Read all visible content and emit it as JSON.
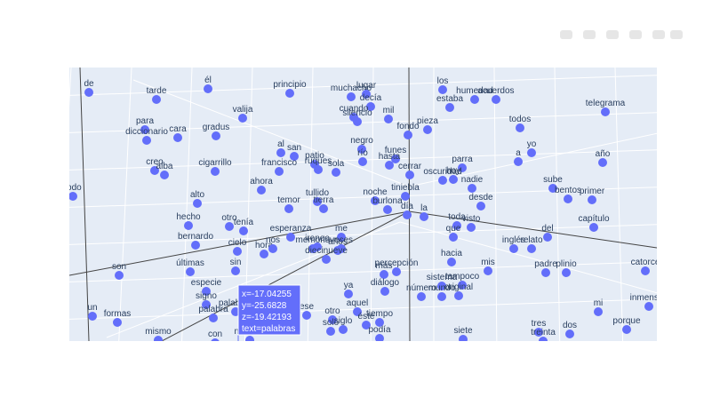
{
  "chart_data": {
    "type": "scatter",
    "mode": "3d-scatter",
    "marker_color": "#636efa",
    "scene_background": "#e5ecf6",
    "grid": true,
    "hover": {
      "x_text": "x=-17.04255",
      "y_text": "y=-25.6828",
      "z_text": "z=-19.42193",
      "label_text": "text=palabras"
    },
    "points": [
      {
        "word": "de"
      },
      {
        "word": "tarde"
      },
      {
        "word": "él"
      },
      {
        "word": "principio"
      },
      {
        "word": "muchacho"
      },
      {
        "word": "lugar"
      },
      {
        "word": "decía"
      },
      {
        "word": "los"
      },
      {
        "word": "humedad"
      },
      {
        "word": "acuerdos"
      },
      {
        "word": "telegrama"
      },
      {
        "word": "para"
      },
      {
        "word": "valija"
      },
      {
        "word": "cuando"
      },
      {
        "word": "silencio"
      },
      {
        "word": "mil"
      },
      {
        "word": "estaba"
      },
      {
        "word": "diccionario"
      },
      {
        "word": "cara"
      },
      {
        "word": "gradus"
      },
      {
        "word": "fondo"
      },
      {
        "word": "pieza"
      },
      {
        "word": "todos"
      },
      {
        "word": "negro"
      },
      {
        "word": "al"
      },
      {
        "word": "san"
      },
      {
        "word": "yo"
      },
      {
        "word": "funes"
      },
      {
        "word": "río"
      },
      {
        "word": "patio"
      },
      {
        "word": "hasta"
      },
      {
        "word": "parra"
      },
      {
        "word": "año"
      },
      {
        "word": "a"
      },
      {
        "word": "creo"
      },
      {
        "word": "cigarrillo"
      },
      {
        "word": "francisco"
      },
      {
        "word": "ruques"
      },
      {
        "word": "sola"
      },
      {
        "word": "tenía"
      },
      {
        "word": "oscuridad"
      },
      {
        "word": "sube"
      },
      {
        "word": "alba"
      },
      {
        "word": "hoy"
      },
      {
        "word": "nadie"
      },
      {
        "word": "cerrar"
      },
      {
        "word": "todo"
      },
      {
        "word": "ahora"
      },
      {
        "word": "tiniebla"
      },
      {
        "word": "bentos"
      },
      {
        "word": "primer"
      },
      {
        "word": "alto"
      },
      {
        "word": "tullido"
      },
      {
        "word": "noche"
      },
      {
        "word": "desde"
      },
      {
        "word": "temor"
      },
      {
        "word": "burlona"
      },
      {
        "word": "tierra"
      },
      {
        "word": "día"
      },
      {
        "word": "la"
      },
      {
        "word": "hecho"
      },
      {
        "word": "otro"
      },
      {
        "word": "toda"
      },
      {
        "word": "visto"
      },
      {
        "word": "capítulo"
      },
      {
        "word": "esperanza"
      },
      {
        "word": "me"
      },
      {
        "word": "ireneo"
      },
      {
        "word": "del"
      },
      {
        "word": "bernardo"
      },
      {
        "word": "que"
      },
      {
        "word": "inglés"
      },
      {
        "word": "relato"
      },
      {
        "word": "cielo"
      },
      {
        "word": "hora"
      },
      {
        "word": "nos"
      },
      {
        "word": "memoria"
      },
      {
        "word": "veces"
      },
      {
        "word": "años"
      },
      {
        "word": "hacia"
      },
      {
        "word": "diecinueve"
      },
      {
        "word": "últimas"
      },
      {
        "word": "percepción"
      },
      {
        "word": "mis"
      },
      {
        "word": "padre"
      },
      {
        "word": "plinio"
      },
      {
        "word": "catorce"
      },
      {
        "word": "son"
      },
      {
        "word": "especie"
      },
      {
        "word": "sin"
      },
      {
        "word": "más"
      },
      {
        "word": "sistema"
      },
      {
        "word": "diálogo"
      },
      {
        "word": "tampoco"
      },
      {
        "word": "original"
      },
      {
        "word": "una"
      },
      {
        "word": "ya"
      },
      {
        "word": "número"
      },
      {
        "word": "mundo"
      },
      {
        "word": "inmensas"
      },
      {
        "word": "signo"
      },
      {
        "word": "mi"
      },
      {
        "word": "palabra"
      },
      {
        "word": "palabras"
      },
      {
        "word": "un"
      },
      {
        "word": "formas"
      },
      {
        "word": "ese"
      },
      {
        "word": "aquel"
      },
      {
        "word": "éste"
      },
      {
        "word": "tiempo"
      },
      {
        "word": "otro"
      },
      {
        "word": "porque"
      },
      {
        "word": "tres"
      },
      {
        "word": "dos"
      },
      {
        "word": "solo"
      },
      {
        "word": "siete"
      },
      {
        "word": "mismo"
      },
      {
        "word": "con"
      },
      {
        "word": "siglo"
      },
      {
        "word": "podía"
      },
      {
        "word": "treinta"
      },
      {
        "word": "muchos"
      }
    ]
  }
}
